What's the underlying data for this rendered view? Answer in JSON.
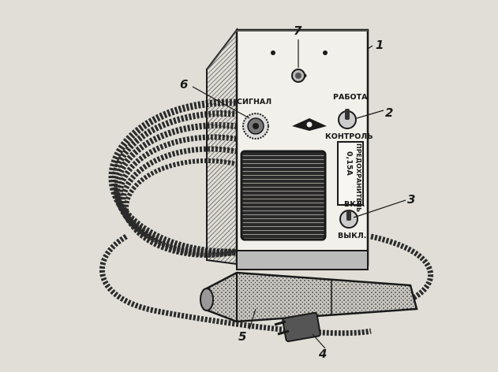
{
  "callouts": {
    "c1": "1",
    "c2": "2",
    "c3": "3",
    "c4": "4",
    "c5": "5",
    "c6": "6",
    "c7": "7"
  },
  "panel_labels": {
    "signal": "СИГНАЛ",
    "work": "РАБОТА",
    "control": "КОНТРОЛЬ",
    "fuse": "ПРЕДОХРАНИТЕЛЬ",
    "fuse_rating": "0,15А",
    "on": "ВКЛ.",
    "off": "ВЫКЛ."
  },
  "colors": {
    "ink": "#1a1a1a",
    "paper": "#e0ded6",
    "body": "#f2f0ea",
    "shade": "#8a8882"
  }
}
